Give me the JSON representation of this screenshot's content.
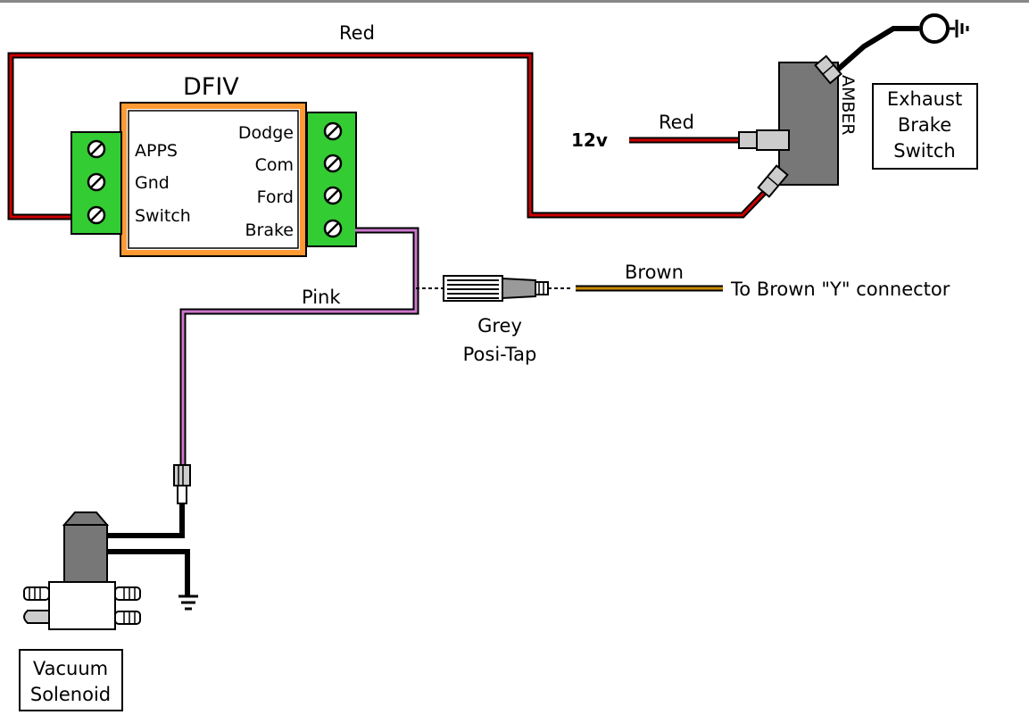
{
  "dfiv": {
    "title": "DFIV",
    "left_terminals": [
      "APPS",
      "Gnd",
      "Switch"
    ],
    "right_terminals": [
      "Dodge",
      "Com",
      "Ford",
      "Brake"
    ]
  },
  "wires": {
    "red_top_label": "Red",
    "red_12v_label": "Red",
    "source_label": "12v",
    "pink_label": "Pink",
    "brown_label": "Brown"
  },
  "switch": {
    "side_label": "AMBER",
    "label_lines": [
      "Exhaust",
      "Brake",
      "Switch"
    ]
  },
  "posi_tap": {
    "label_lines": [
      "Grey",
      "Posi-Tap"
    ]
  },
  "brown_destination": "To Brown \"Y\" connector",
  "solenoid": {
    "label_lines": [
      "Vacuum",
      "Solenoid"
    ]
  },
  "colors": {
    "red_wire": "#cc0000",
    "pink_wire": "#cc77cc",
    "brown_wire": "#c98a00",
    "terminal_block": "#33cc33",
    "dfiv_border": "#ff9933",
    "switch_body": "#777777",
    "solenoid_body": "#777777"
  }
}
